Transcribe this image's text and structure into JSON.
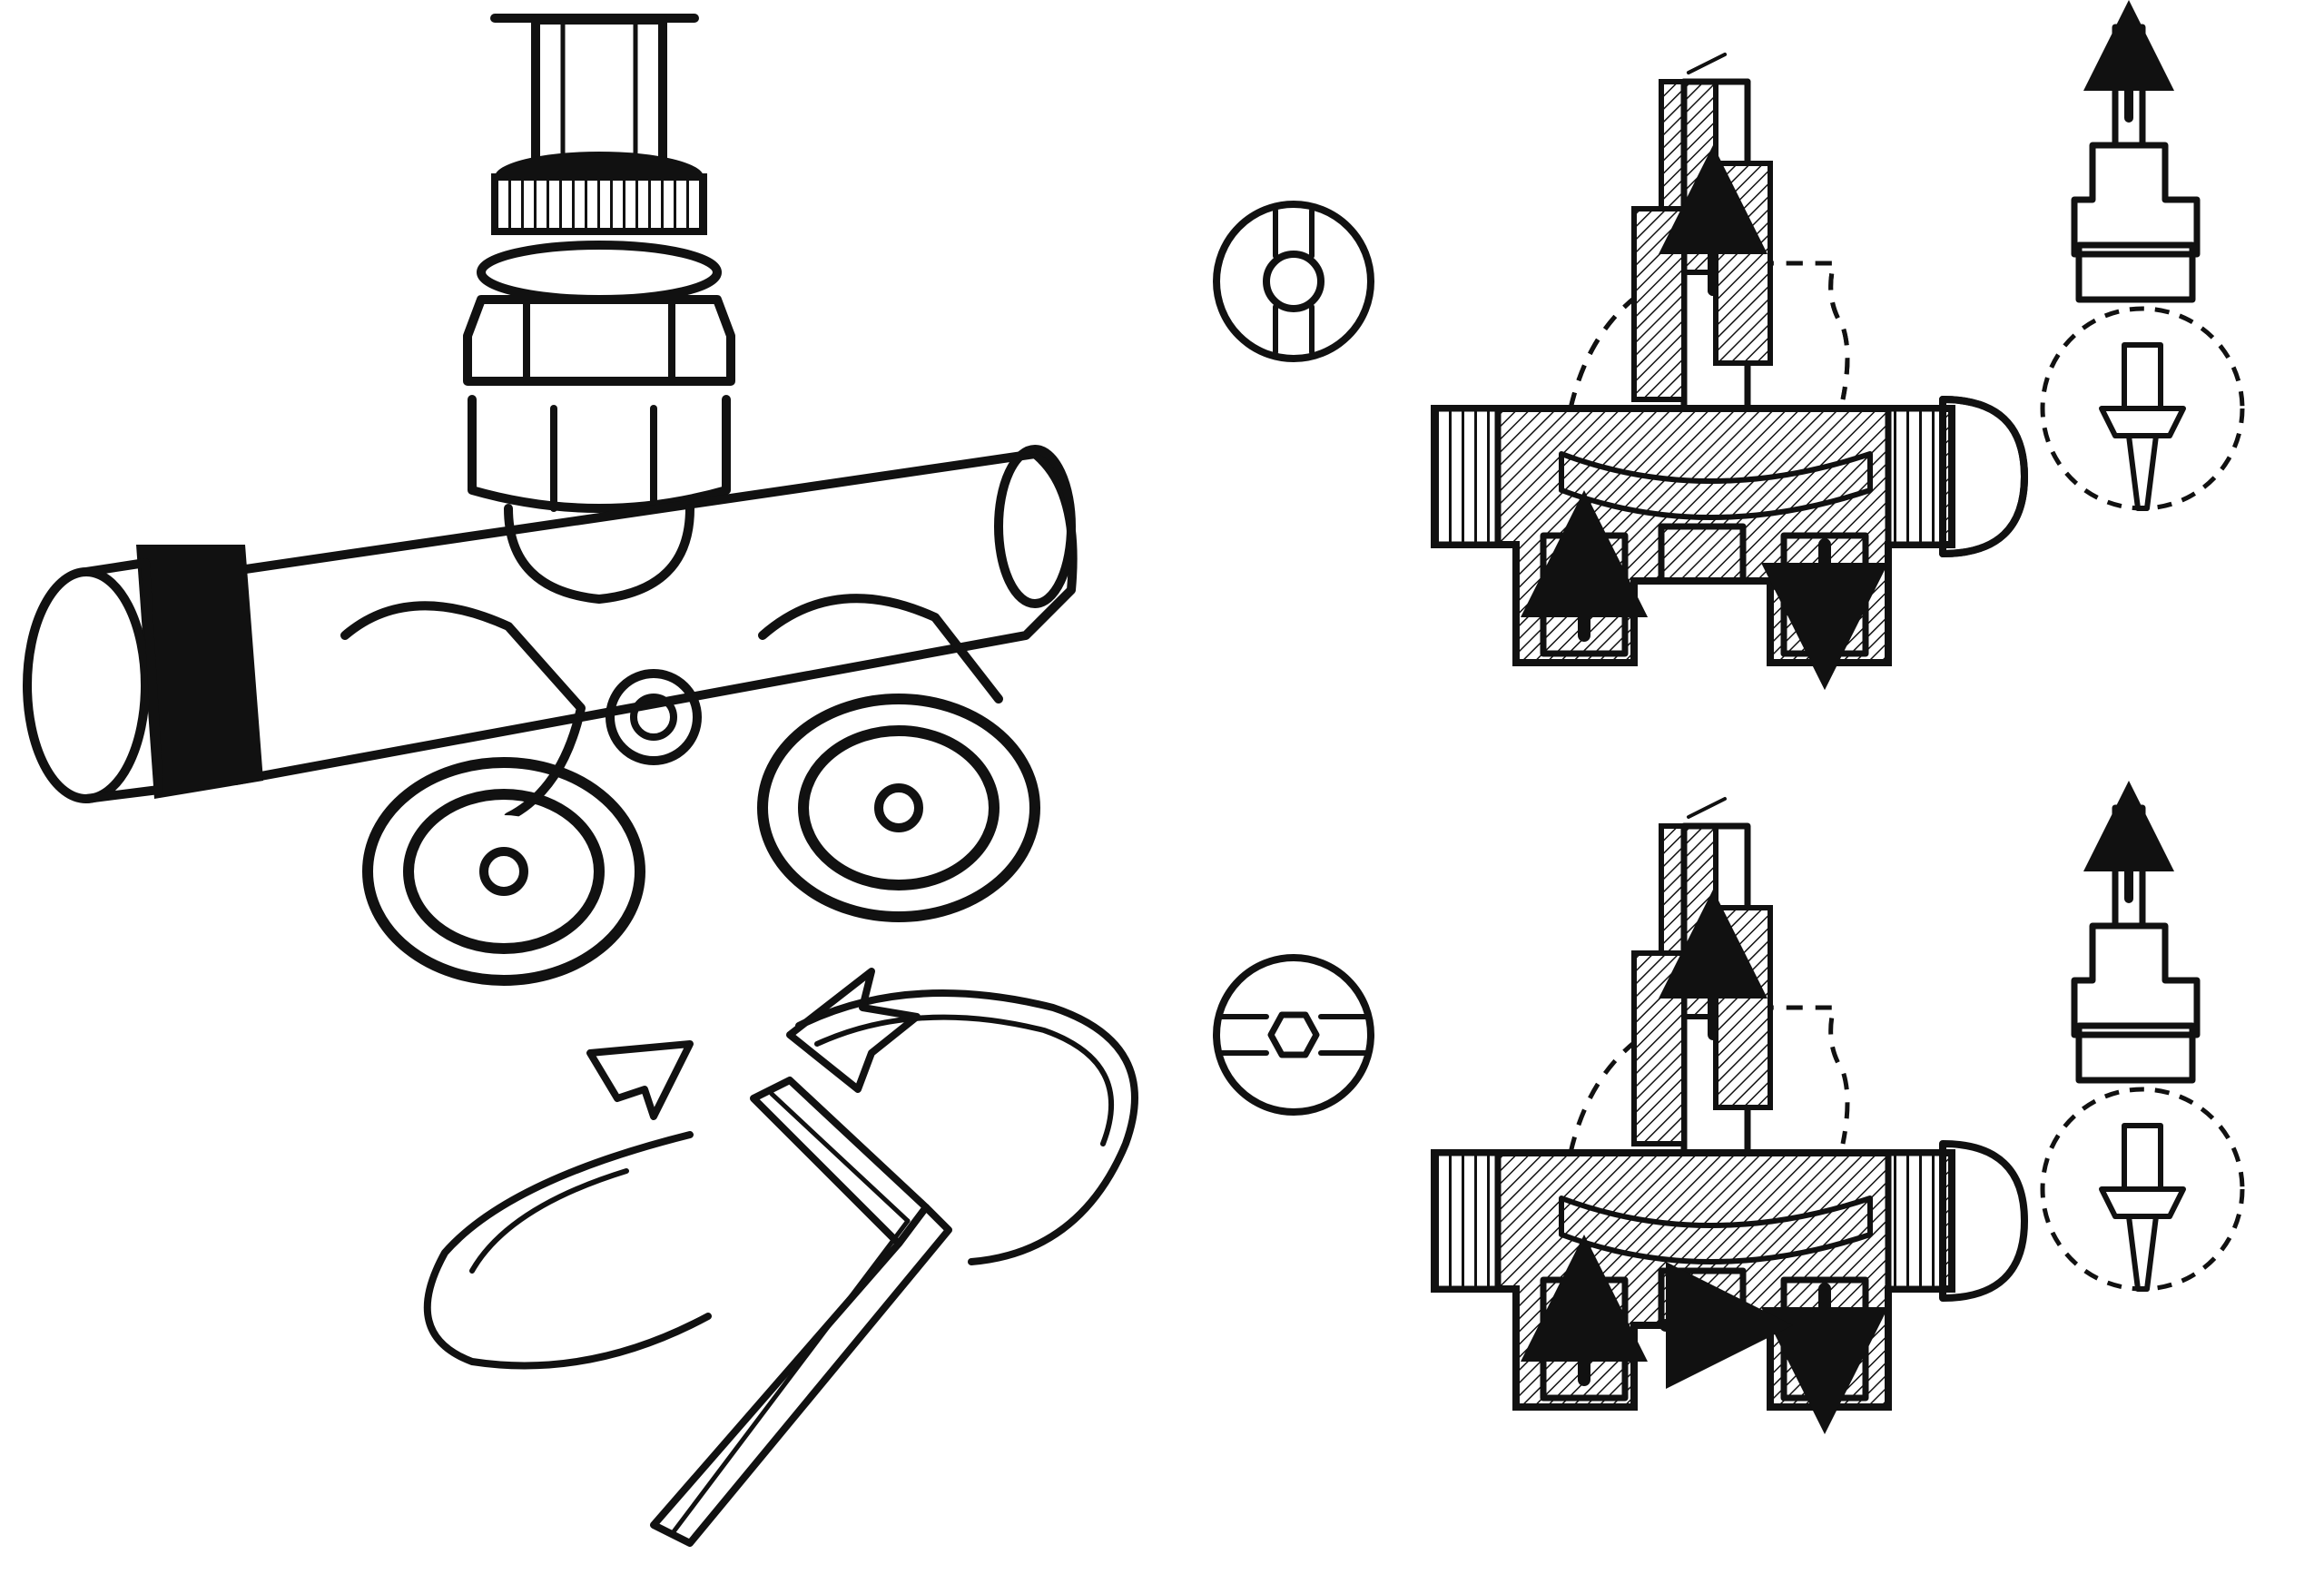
{
  "figure": {
    "panels": [
      {
        "id": "valve-assembly",
        "parts": [
          "supply-pipe",
          "union-nut",
          "valve-body",
          "end-cap",
          "left-port",
          "right-port",
          "center-screw"
        ]
      },
      {
        "id": "hex-key-rotation",
        "parts": [
          "hex-key",
          "rotation-arrow-upper",
          "rotation-arrow-lower"
        ]
      },
      {
        "id": "mode-closed",
        "indicator": "slot-vertical",
        "section": "bypass-closed",
        "detail": "insert-magnified"
      },
      {
        "id": "mode-open",
        "indicator": "slot-horizontal",
        "section": "bypass-open",
        "detail": "insert-magnified"
      }
    ],
    "colors": {
      "ink": "#111111",
      "paper": "#ffffff"
    },
    "icons": [
      "hex-key-icon",
      "rotate-arrow-icon",
      "flow-arrow-icon"
    ]
  }
}
